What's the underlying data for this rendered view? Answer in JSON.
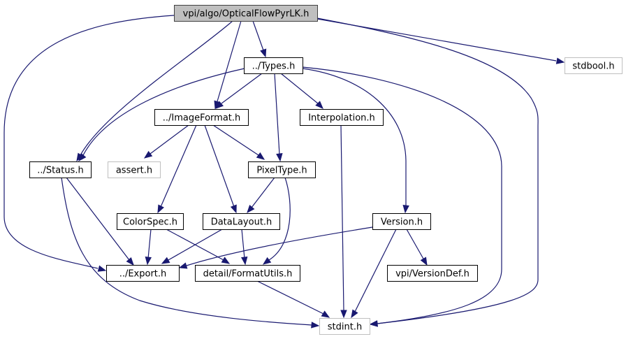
{
  "diagram": {
    "type": "include-dependency-graph",
    "colors": {
      "edge": "#191970",
      "root_fill": "#bfbfbf",
      "root_border": "#404040",
      "documented_border": "#000000",
      "external_border": "#bfbfbf",
      "node_fill": "#ffffff"
    },
    "nodes": [
      {
        "id": "root",
        "label": "vpi/algo/OpticalFlowPyrLK.h",
        "kind": "root"
      },
      {
        "id": "types",
        "label": "../Types.h",
        "kind": "documented"
      },
      {
        "id": "stdbool",
        "label": "stdbool.h",
        "kind": "external"
      },
      {
        "id": "imageformat",
        "label": "../ImageFormat.h",
        "kind": "documented"
      },
      {
        "id": "interpolation",
        "label": "Interpolation.h",
        "kind": "documented"
      },
      {
        "id": "status",
        "label": "../Status.h",
        "kind": "documented"
      },
      {
        "id": "assert",
        "label": "assert.h",
        "kind": "external"
      },
      {
        "id": "pixeltype",
        "label": "PixelType.h",
        "kind": "documented"
      },
      {
        "id": "colorspec",
        "label": "ColorSpec.h",
        "kind": "documented"
      },
      {
        "id": "datalayout",
        "label": "DataLayout.h",
        "kind": "documented"
      },
      {
        "id": "version",
        "label": "Version.h",
        "kind": "documented"
      },
      {
        "id": "export",
        "label": "../Export.h",
        "kind": "documented"
      },
      {
        "id": "formatutils",
        "label": "detail/FormatUtils.h",
        "kind": "documented"
      },
      {
        "id": "versiondef",
        "label": "vpi/VersionDef.h",
        "kind": "documented"
      },
      {
        "id": "stdint",
        "label": "stdint.h",
        "kind": "external"
      }
    ],
    "edges": [
      {
        "from": "root",
        "to": "types"
      },
      {
        "from": "root",
        "to": "stdbool"
      },
      {
        "from": "root",
        "to": "imageformat"
      },
      {
        "from": "root",
        "to": "status"
      },
      {
        "from": "root",
        "to": "export"
      },
      {
        "from": "root",
        "to": "stdint"
      },
      {
        "from": "types",
        "to": "imageformat"
      },
      {
        "from": "types",
        "to": "interpolation"
      },
      {
        "from": "types",
        "to": "status"
      },
      {
        "from": "types",
        "to": "pixeltype"
      },
      {
        "from": "types",
        "to": "version"
      },
      {
        "from": "types",
        "to": "stdint"
      },
      {
        "from": "imageformat",
        "to": "assert"
      },
      {
        "from": "imageformat",
        "to": "pixeltype"
      },
      {
        "from": "imageformat",
        "to": "colorspec"
      },
      {
        "from": "imageformat",
        "to": "datalayout"
      },
      {
        "from": "interpolation",
        "to": "stdint"
      },
      {
        "from": "status",
        "to": "export"
      },
      {
        "from": "status",
        "to": "stdint"
      },
      {
        "from": "pixeltype",
        "to": "datalayout"
      },
      {
        "from": "pixeltype",
        "to": "formatutils"
      },
      {
        "from": "colorspec",
        "to": "export"
      },
      {
        "from": "colorspec",
        "to": "formatutils"
      },
      {
        "from": "datalayout",
        "to": "export"
      },
      {
        "from": "datalayout",
        "to": "formatutils"
      },
      {
        "from": "version",
        "to": "export"
      },
      {
        "from": "version",
        "to": "versiondef"
      },
      {
        "from": "version",
        "to": "stdint"
      },
      {
        "from": "formatutils",
        "to": "stdint"
      }
    ]
  }
}
